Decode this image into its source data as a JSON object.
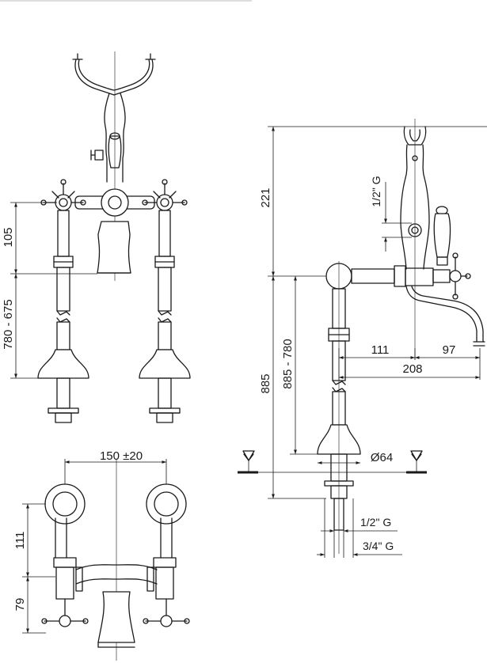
{
  "front_view": {
    "dim_height_upper": "105",
    "dim_height_lower": "780 - 675"
  },
  "plan_view": {
    "dim_spacing": "150 ±20",
    "dim_depth_upper": "111",
    "dim_depth_lower": "79"
  },
  "side_view": {
    "dim_top": "221",
    "dim_inlet": "1/2\" G",
    "dim_overall": "885",
    "dim_range": "885 - 780",
    "dim_spout_a": "111",
    "dim_spout_b": "97",
    "dim_spout_total": "208",
    "dim_base_dia": "Ø64",
    "dim_thread_small": "1/2\" G",
    "dim_thread_large": "3/4\" G"
  }
}
